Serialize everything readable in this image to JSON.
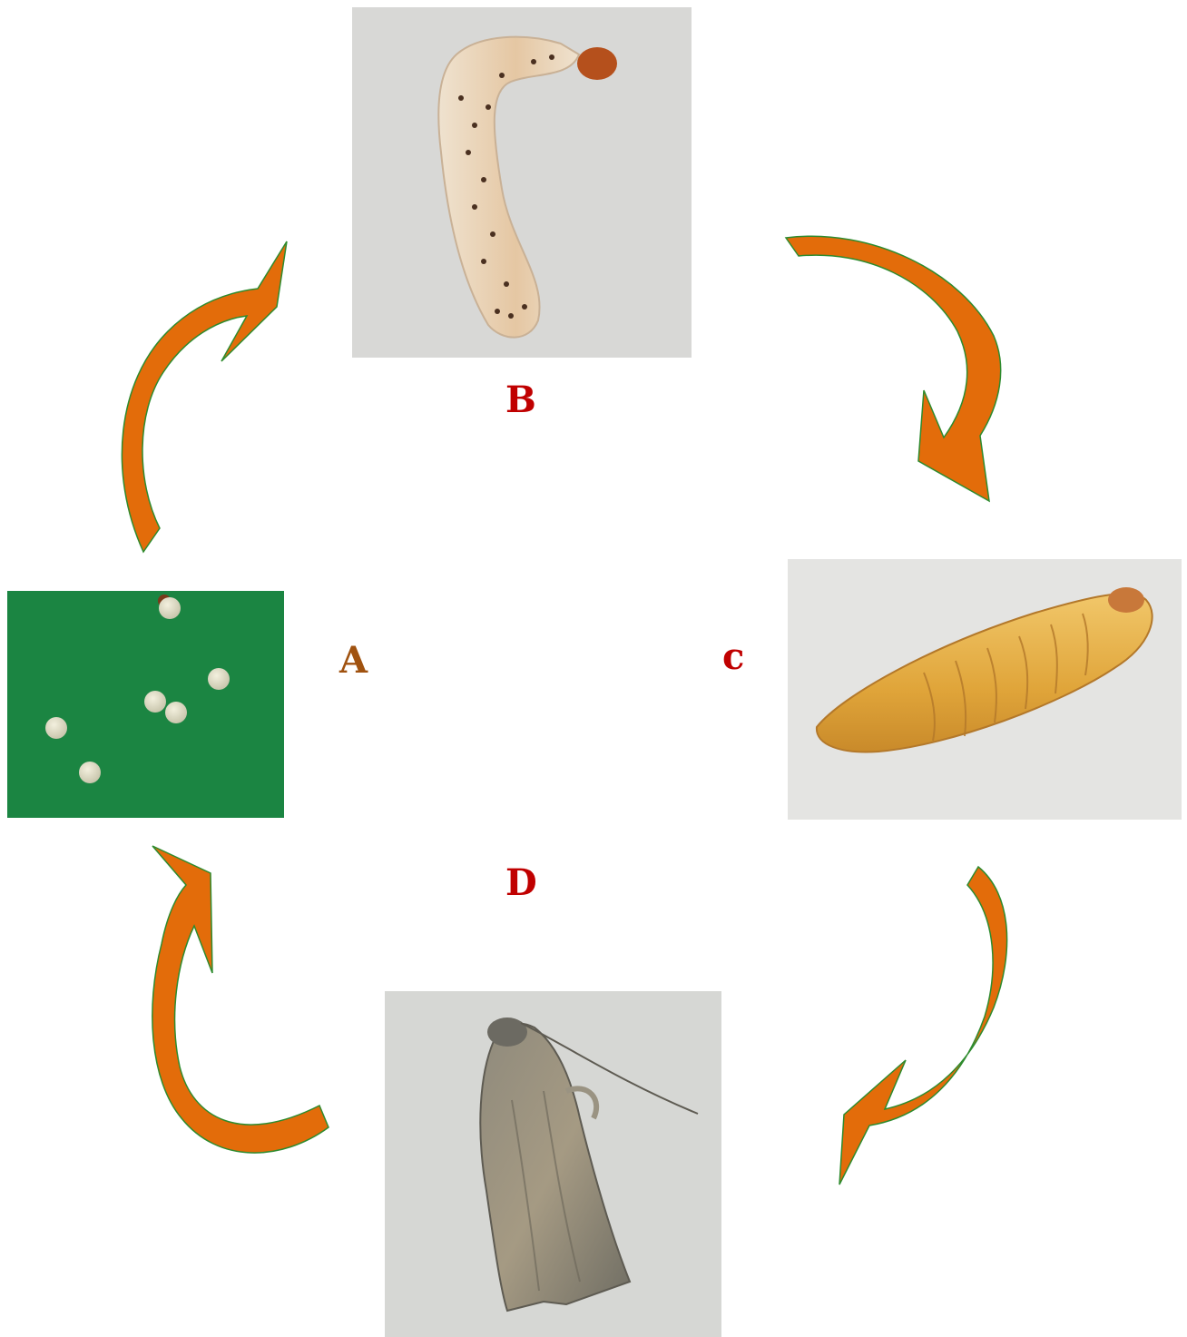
{
  "stages": [
    {
      "id": "A",
      "label": "A",
      "color": "#a0520f",
      "icon": "eggs-photo"
    },
    {
      "id": "B",
      "label": "B",
      "color": "#c00000",
      "icon": "larva-photo"
    },
    {
      "id": "C",
      "label": "c",
      "color": "#c00000",
      "icon": "pupa-photo"
    },
    {
      "id": "D",
      "label": "D",
      "color": "#c00000",
      "icon": "adult-moth-photo"
    }
  ],
  "arrow_fill": "#e36c0a",
  "arrow_stroke": "#2e8b2e"
}
